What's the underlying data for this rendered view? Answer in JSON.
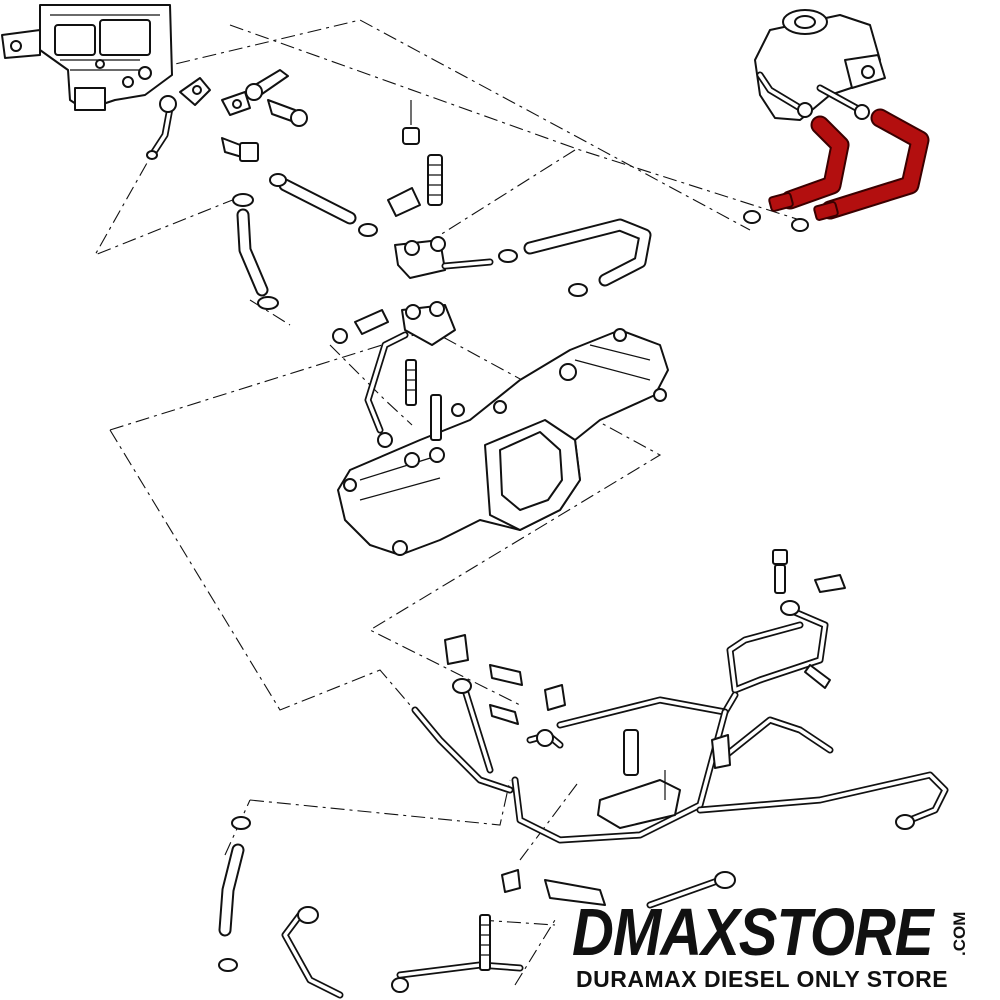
{
  "watermark": {
    "name": "DMAXSTORE",
    "suffix": ".COM",
    "tagline": "DURAMAX DIESEL ONLY STORE"
  },
  "highlight_color": "#b30f0f",
  "line_color": "#111111",
  "background_color": "#ffffff"
}
